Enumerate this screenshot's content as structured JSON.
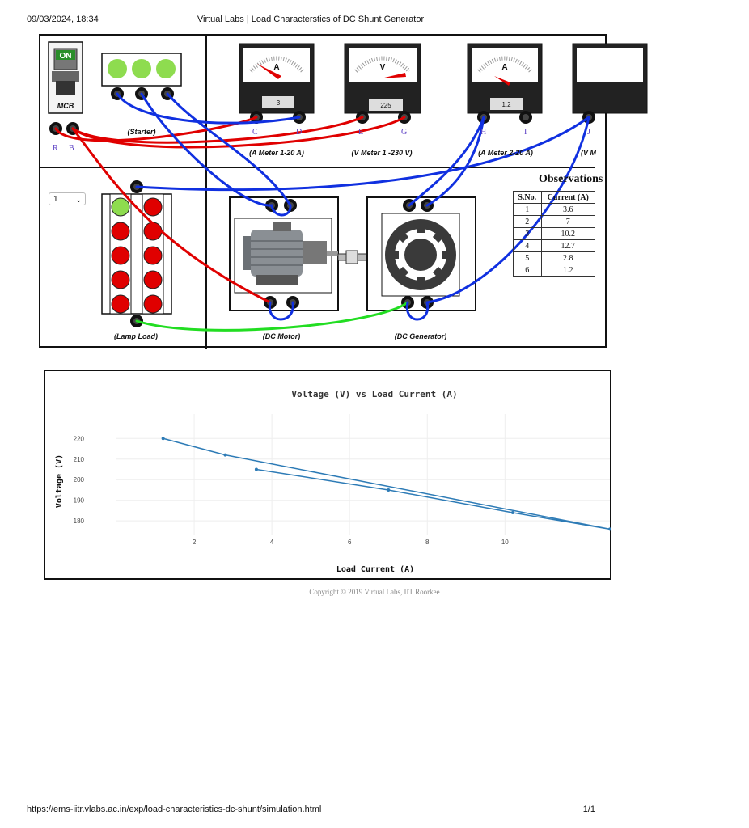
{
  "print_header": {
    "datetime": "09/03/2024, 18:34",
    "title": "Virtual Labs | Load Characterstics of DC Shunt Generator"
  },
  "print_footer": {
    "url": "https://ems-iitr.vlabs.ac.in/exp/load-characteristics-dc-shunt/simulation.html",
    "page": "1/1"
  },
  "simulation": {
    "mcb": {
      "state_label": "ON",
      "label": "MCB"
    },
    "terminal_labels": {
      "R": "R",
      "B": "B",
      "C": "C",
      "D": "D",
      "E": "E",
      "G": "G",
      "H": "H",
      "I": "I",
      "J": "J"
    },
    "component_labels": {
      "starter": "(Starter)",
      "a_meter_1": "(A Meter 1-20 A)",
      "v_meter_1": "(V Meter 1 -230 V)",
      "a_meter_2": "(A Meter 2-20 A)",
      "v_meter_2": "(V M",
      "lamp_load": "(Lamp Load)",
      "dc_motor": "(DC Motor)",
      "dc_generator": "(DC Generator)"
    },
    "meters": [
      {
        "symbol": "A",
        "reading": "3"
      },
      {
        "symbol": "V",
        "reading": "225"
      },
      {
        "symbol": "A",
        "reading": "1.2"
      }
    ],
    "lamp_select": {
      "value": "1"
    },
    "lamps_on": 1,
    "lamps_total": 10,
    "colors": {
      "wire_red": "#e00000",
      "wire_blue": "#1030e0",
      "wire_green": "#22dd22",
      "lamp_on": "#8edc4f",
      "lamp_off": "#e00000"
    }
  },
  "observations": {
    "title": "Observations",
    "headers": [
      "S.No.",
      "Current (A)"
    ],
    "rows": [
      [
        "1",
        "3.6"
      ],
      [
        "2",
        "7"
      ],
      [
        "3",
        "10.2"
      ],
      [
        "4",
        "12.7"
      ],
      [
        "5",
        "2.8"
      ],
      [
        "6",
        "1.2"
      ]
    ]
  },
  "chart_data": {
    "type": "line",
    "title": "Voltage (V) vs Load Current (A)",
    "xlabel": "Load Current (A)",
    "ylabel": "Voltage (V)",
    "x_ticks": [
      2,
      4,
      6,
      8,
      10
    ],
    "y_ticks": [
      180,
      190,
      200,
      210,
      220
    ],
    "xlim": [
      0,
      12.7
    ],
    "ylim": [
      173,
      226
    ],
    "grid": true,
    "series": [
      {
        "color": "#2d7bb6",
        "x": [
          3.6,
          7,
          10.2,
          12.7,
          2.8,
          1.2
        ],
        "y": [
          205,
          195,
          184,
          176,
          212,
          220
        ]
      }
    ]
  },
  "copyright": "Copyright © 2019 Virtual Labs, IIT Roorkee"
}
